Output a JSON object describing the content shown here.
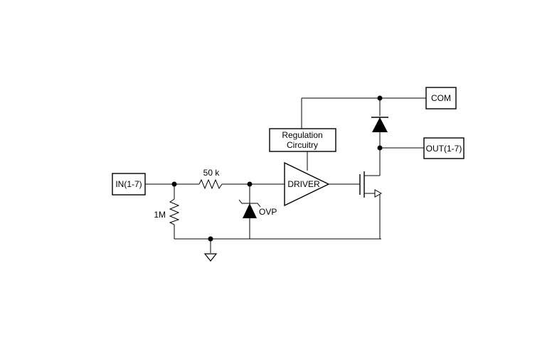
{
  "pins": {
    "input": "IN(1-7)",
    "com": "COM",
    "output": "OUT(1-7)"
  },
  "blocks": {
    "regulation_line1": "Regulation",
    "regulation_line2": "Circuitry",
    "driver": "DRIVER"
  },
  "components": {
    "series_resistor": "50 k",
    "pulldown_resistor": "1M",
    "zener": "OVP"
  }
}
